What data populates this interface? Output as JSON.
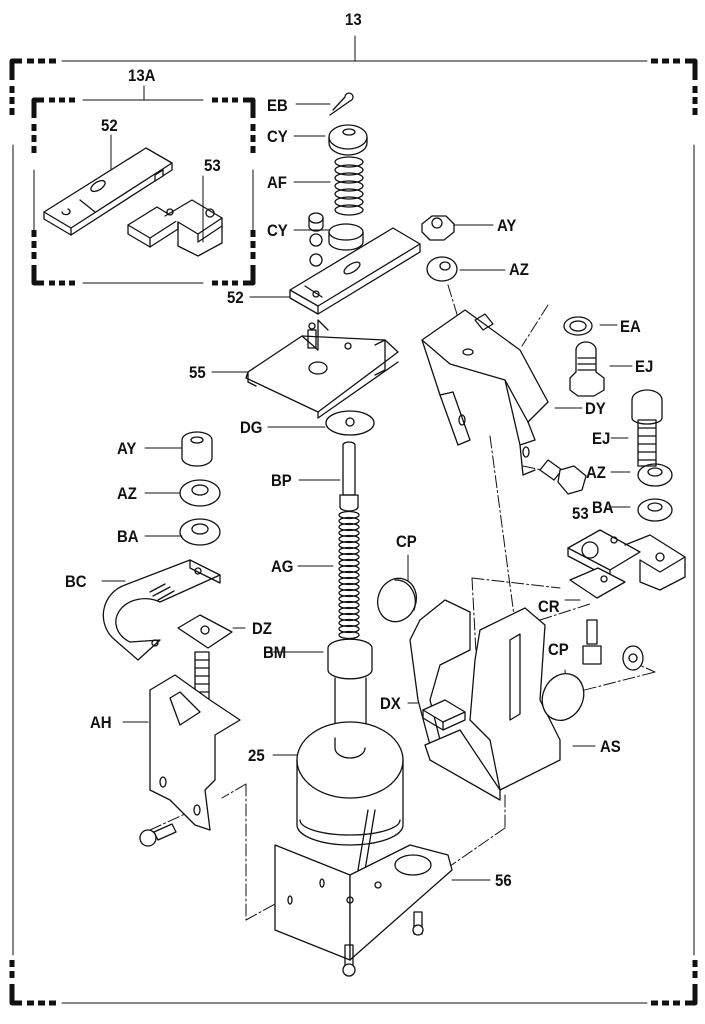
{
  "diagram": {
    "title": "Exploded parts diagram",
    "assembly_label": "13",
    "subassembly_label": "13A",
    "ink_color": "#111111",
    "background_color": "#ffffff",
    "subassembly_parts": [
      {
        "label": "52",
        "part": "contact plate"
      },
      {
        "label": "53",
        "part": "contact bracket"
      }
    ],
    "callouts": [
      {
        "id": "eb",
        "label": "EB",
        "part": "cotter pin"
      },
      {
        "id": "cy1",
        "label": "CY",
        "part": "cap"
      },
      {
        "id": "af",
        "label": "AF",
        "part": "spring"
      },
      {
        "id": "cy2",
        "label": "CY",
        "part": "bushing"
      },
      {
        "id": "ay1",
        "label": "AY",
        "part": "nut"
      },
      {
        "id": "az1",
        "label": "AZ",
        "part": "washer"
      },
      {
        "id": "p52",
        "label": "52",
        "part": "contact plate"
      },
      {
        "id": "ea",
        "label": "EA",
        "part": "washer"
      },
      {
        "id": "ej1",
        "label": "EJ",
        "part": "screw"
      },
      {
        "id": "p55",
        "label": "55",
        "part": "bracket"
      },
      {
        "id": "dy",
        "label": "DY",
        "part": "bracket"
      },
      {
        "id": "ej2",
        "label": "EJ",
        "part": "bolt"
      },
      {
        "id": "dg",
        "label": "DG",
        "part": "washer"
      },
      {
        "id": "ay2",
        "label": "AY",
        "part": "nut"
      },
      {
        "id": "az2",
        "label": "AZ",
        "part": "washer"
      },
      {
        "id": "bp",
        "label": "BP",
        "part": "plunger pin"
      },
      {
        "id": "az3",
        "label": "AZ",
        "part": "washer"
      },
      {
        "id": "ba1",
        "label": "BA",
        "part": "washer"
      },
      {
        "id": "p53",
        "label": "53",
        "part": "contact bracket"
      },
      {
        "id": "ba2",
        "label": "BA",
        "part": "washer"
      },
      {
        "id": "cp1",
        "label": "CP",
        "part": "cap"
      },
      {
        "id": "ag",
        "label": "AG",
        "part": "spring"
      },
      {
        "id": "bc",
        "label": "BC",
        "part": "strap"
      },
      {
        "id": "cr",
        "label": "CR",
        "part": "contact"
      },
      {
        "id": "dz",
        "label": "DZ",
        "part": "clip nut"
      },
      {
        "id": "cp2",
        "label": "CP",
        "part": "cap"
      },
      {
        "id": "bm",
        "label": "BM",
        "part": "plunger"
      },
      {
        "id": "dx",
        "label": "DX",
        "part": "insulator"
      },
      {
        "id": "ah",
        "label": "AH",
        "part": "bracket"
      },
      {
        "id": "as",
        "label": "AS",
        "part": "housing"
      },
      {
        "id": "p25",
        "label": "25",
        "part": "solenoid coil"
      },
      {
        "id": "p56",
        "label": "56",
        "part": "base bracket"
      }
    ]
  }
}
